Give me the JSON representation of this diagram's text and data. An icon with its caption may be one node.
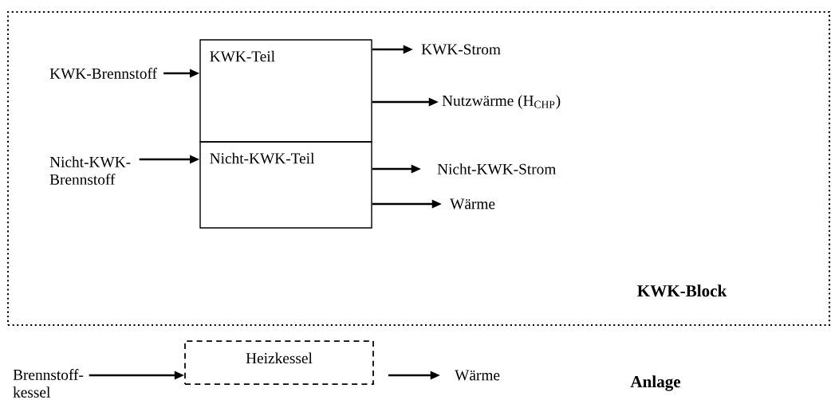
{
  "diagram": {
    "nodes": [
      {
        "text": [
          "KWK-Block"
        ]
      },
      {
        "text": [
          "KWK-Teil"
        ],
        "in": 0
      },
      {
        "text": [
          "Nicht-KWK-Teil"
        ],
        "in": 0
      },
      {
        "text": [
          "KWK-Brennstoff"
        ],
        "in": 0
      },
      {
        "text": [
          "Nicht-KWK-Brennstoff"
        ],
        "in": 0
      },
      {
        "text": [
          "KWK-Strom"
        ],
        "in": 0
      },
      {
        "text": [
          "Nutzwärme (H$_{CHP}$)"
        ],
        "in": 0
      },
      {
        "text": [
          "Nicht-KWK-Strom"
        ],
        "in": 0
      },
      {
        "text": [
          "Wärme"
        ],
        "in": 0
      },
      {
        "text": [
          "Heizkessel"
        ]
      },
      {
        "text": [
          "Brennstoff-kessel"
        ]
      },
      {
        "text": [
          "Wärme"
        ]
      }
    ],
    "edges": [
      {
        "from": 3,
        "to": 1,
        "arrow": "to"
      },
      {
        "from": 4,
        "to": 2,
        "arrow": "to"
      },
      {
        "from": 1,
        "to": 5,
        "arrow": "to"
      },
      {
        "from": 1,
        "to": 6,
        "arrow": "to"
      },
      {
        "from": 2,
        "to": 7,
        "arrow": "to"
      },
      {
        "from": 2,
        "to": 8,
        "arrow": "to"
      },
      {
        "from": 10,
        "to": 9,
        "arrow": "to"
      },
      {
        "from": 9,
        "to": 11,
        "arrow": "to"
      }
    ],
    "labels": [
      "Anlage"
    ]
  }
}
